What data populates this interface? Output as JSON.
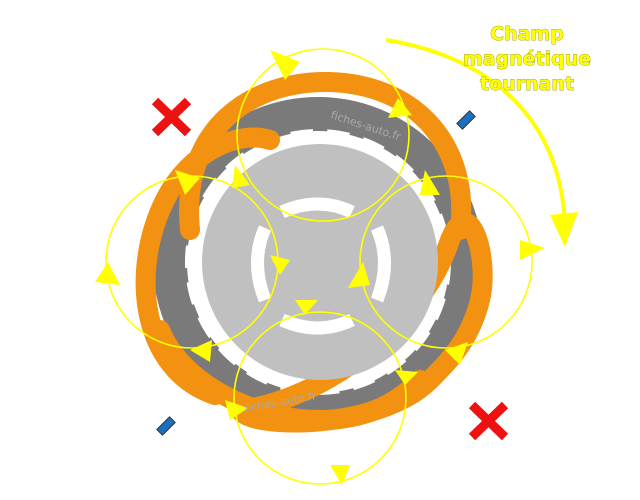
{
  "title": {
    "line1": "Champ",
    "line2": "magnétique",
    "line3": "tournant"
  },
  "watermarks": [
    "fiches-auto.fr",
    "fiches-auto.fr"
  ],
  "colors": {
    "rotor": "#c0c0c0",
    "stator": "#7a7a7a",
    "winding": "#f39110",
    "field": "#ffff00",
    "cross": "#ee1111",
    "magnet": "#1a6fc0"
  },
  "icons": [
    "red-cross-icon",
    "blue-marker-icon"
  ]
}
